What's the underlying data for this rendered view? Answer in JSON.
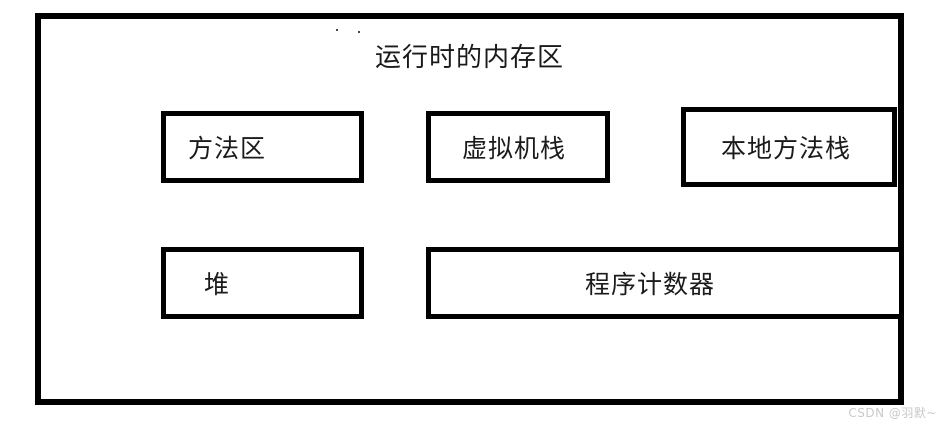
{
  "diagram": {
    "title": "运行时的内存区",
    "frame_border_color": "#000000",
    "background_color": "#ffffff",
    "text_color": "#1b1b1b",
    "rows": [
      {
        "boxes": [
          {
            "label": "方法区",
            "align": "left"
          },
          {
            "label": "虚拟机栈",
            "align": "center"
          },
          {
            "label": "本地方法栈",
            "align": "center"
          }
        ]
      },
      {
        "boxes": [
          {
            "label": "堆",
            "align": "left"
          },
          {
            "label": "程序计数器",
            "align": "center"
          }
        ]
      }
    ]
  },
  "watermark": {
    "text": "CSDN @羽默~",
    "color": "#c9c9c9"
  }
}
